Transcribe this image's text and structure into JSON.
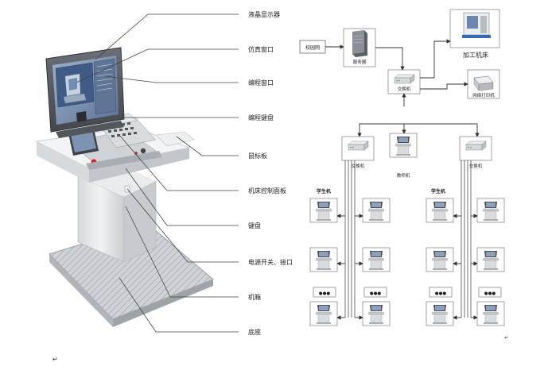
{
  "callouts": [
    "液晶显示器",
    "仿真窗口",
    "编程窗口",
    "编程键盘",
    "鼠标板",
    "机床控制面板",
    "键盘",
    "电源开关、接口",
    "机箱",
    "底座"
  ],
  "network": {
    "campus_net": "校园网",
    "server": "服务器",
    "main_switch": "交换机",
    "machine_tool": "加工机床",
    "network_printer": "网络打印机",
    "left_switch": "交换机",
    "teacher_machine": "教师机",
    "right_switch": "交换机",
    "left_group_label": "学生机",
    "right_group_label": "学生机",
    "dots": "●●●"
  },
  "colors": {
    "console_body": "#e8eaec",
    "screen_frame": "#5a5e66",
    "screen_content": "#6f86a8"
  },
  "paragraph_mark": "↵"
}
